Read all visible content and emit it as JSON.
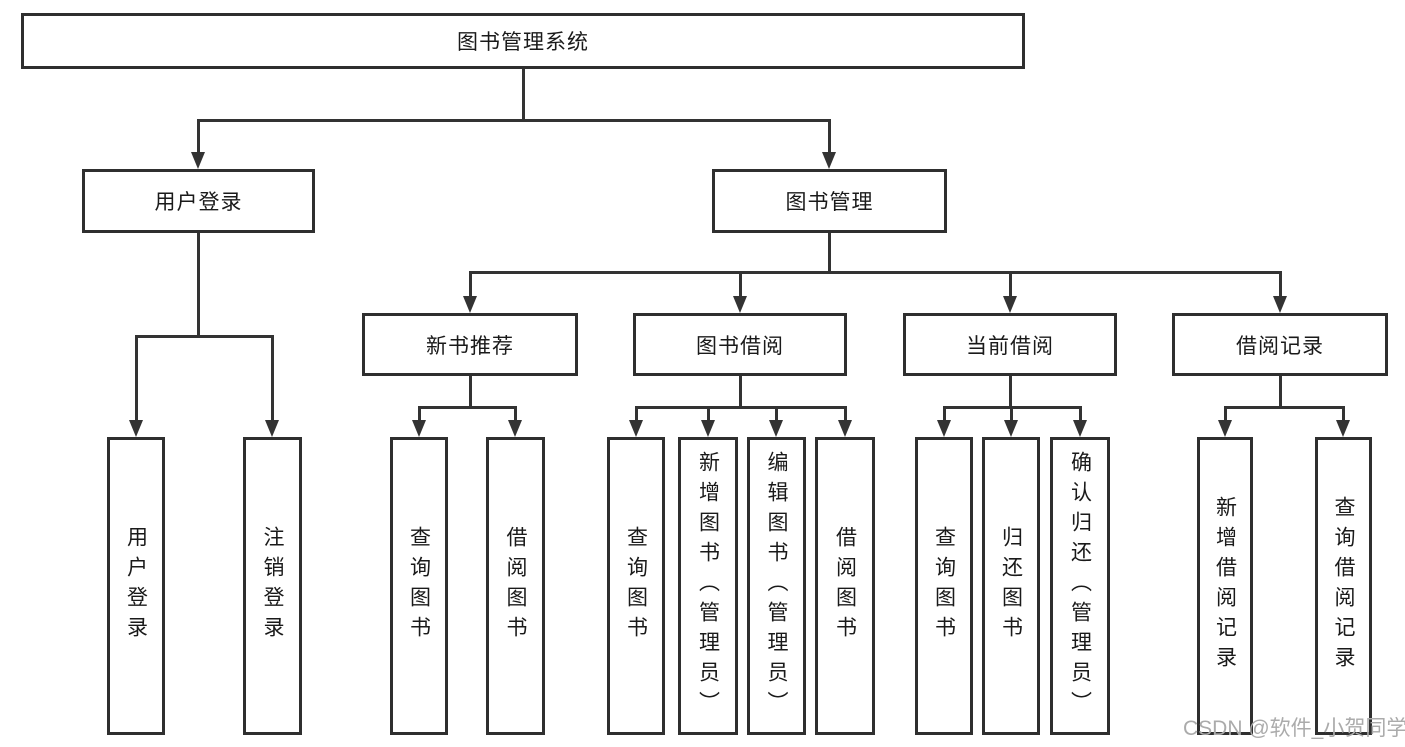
{
  "diagram": {
    "root": {
      "label": "图书管理系统"
    },
    "level2": [
      {
        "label": "用户登录"
      },
      {
        "label": "图书管理"
      }
    ],
    "level3": [
      {
        "label": "新书推荐"
      },
      {
        "label": "图书借阅"
      },
      {
        "label": "当前借阅"
      },
      {
        "label": "借阅记录"
      }
    ],
    "leaves": {
      "user_login": [
        "用户登录",
        "注销登录"
      ],
      "new_book_recommend": [
        "查询图书",
        "借阅图书"
      ],
      "book_borrow": [
        "查询图书",
        "新增图书（管理员）",
        "编辑图书（管理员）",
        "借阅图书"
      ],
      "current_borrow": [
        "查询图书",
        "归还图书",
        "确认归还（管理员）"
      ],
      "borrow_record": [
        "新增借阅记录",
        "查询借阅记录"
      ]
    }
  },
  "watermark": {
    "text": "CSDN @软件_小贺同学"
  },
  "colors": {
    "line": "#333333",
    "box_border": "#2f2f2f",
    "text": "#1a1a1a",
    "background": "#ffffff",
    "watermark": "#ababab"
  }
}
